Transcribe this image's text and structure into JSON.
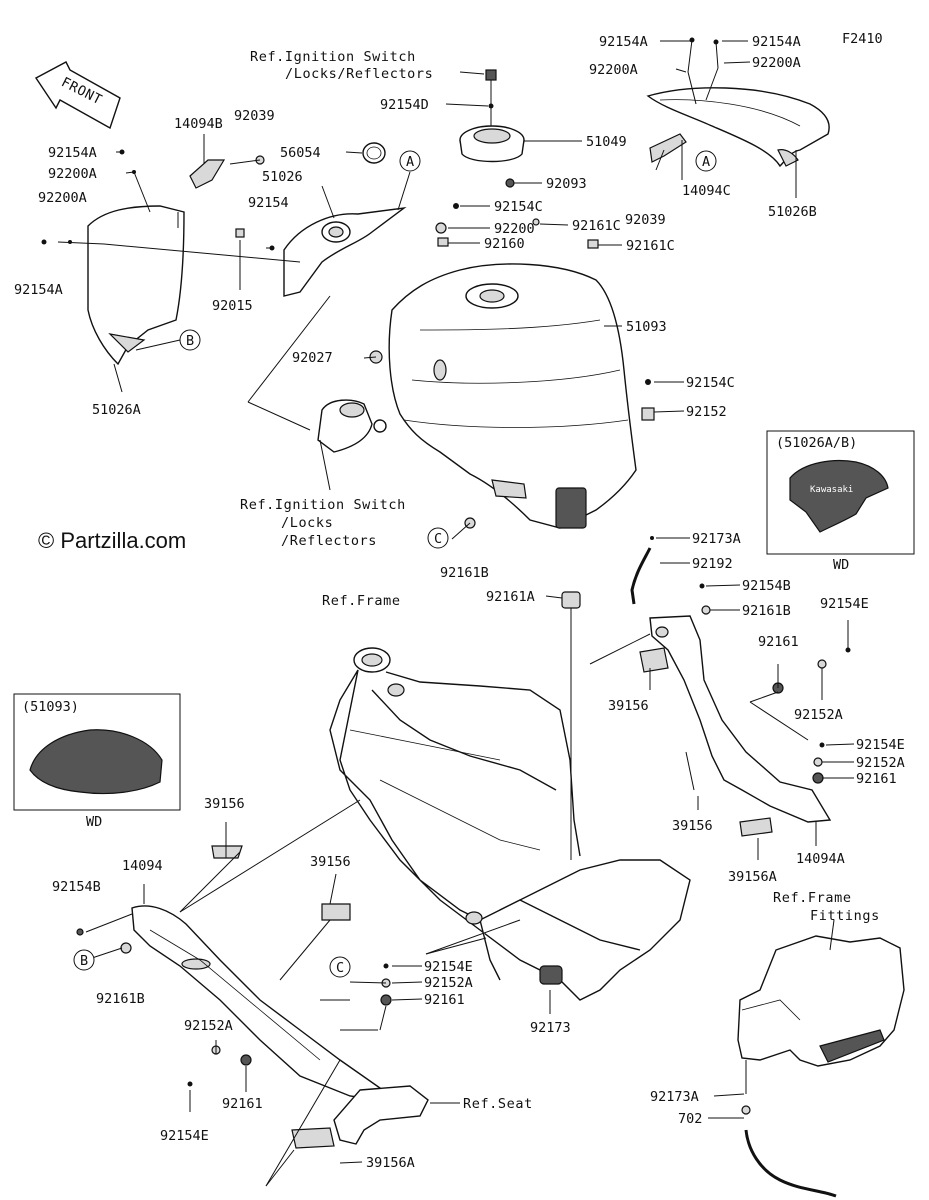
{
  "diagram_code": "F2410",
  "copyright": "© Partzilla.com",
  "front_label": "FRONT",
  "refs": {
    "ignition_top": [
      "Ref.Ignition Switch",
      "/Locks/Reflectors"
    ],
    "ignition_mid": [
      "Ref.Ignition Switch",
      "/Locks",
      "/Reflectors"
    ],
    "frame": "Ref.Frame",
    "frame_fittings": [
      "Ref.Frame",
      "Fittings"
    ],
    "seat": "Ref.Seat"
  },
  "inset_cowl": {
    "title": "(51026A/B)",
    "caption": "WD",
    "badge": "Kawasaki"
  },
  "inset_tank": {
    "title": "(51093)",
    "caption": "WD"
  },
  "callouts": {
    "A": "A",
    "B": "B",
    "C": "C"
  },
  "parts": {
    "p92154A_tr1": "92154A",
    "p92154A_tr2": "92154A",
    "p92200A_tr1": "92200A",
    "p92200A_tr2": "92200A",
    "p14094C": "14094C",
    "p92039_r": "92039",
    "p51026B": "51026B",
    "p92154D": "92154D",
    "p51049": "51049",
    "p92093": "92093",
    "p92154C_1": "92154C",
    "p92200": "92200",
    "p92160": "92160",
    "p92161C_1": "92161C",
    "p92161C_2": "92161C",
    "p51093": "51093",
    "p92154C_2": "92154C",
    "p92152": "92152",
    "p92173A_1": "92173A",
    "p92192": "92192",
    "p92154B_r": "92154B",
    "p92161B_r": "92161B",
    "p92154E_r1": "92154E",
    "p92161_r1": "92161",
    "p92152A_r1": "92152A",
    "p92154E_r2": "92154E",
    "p92152A_r2": "92152A",
    "p92161_r2": "92161",
    "p39156_r": "39156",
    "p39156_r2": "39156",
    "p39156A_r": "39156A",
    "p14094A": "14094A",
    "p14094B": "14094B",
    "p92039_l": "92039",
    "p56054": "56054",
    "p51026": "51026",
    "p92154A_l1": "92154A",
    "p92200A_l1": "92200A",
    "p92200A_l2": "92200A",
    "p92154": "92154",
    "p92154A_l2": "92154A",
    "p92015": "92015",
    "p51026A": "51026A",
    "p92027": "92027",
    "p92161B_m": "92161B",
    "p92161A": "92161A",
    "p39156_l1": "39156",
    "p14094": "14094",
    "p39156_l2": "39156",
    "p92154B_l": "92154B",
    "p92161B_l": "92161B",
    "p92154E_m": "92154E",
    "p92152A_m": "92152A",
    "p92161_m": "92161",
    "p92152A_l": "92152A",
    "p92161_l": "92161",
    "p92154E_l": "92154E",
    "p92173": "92173",
    "p39156A_l": "39156A",
    "p92173A_2": "92173A",
    "p702": "702"
  }
}
